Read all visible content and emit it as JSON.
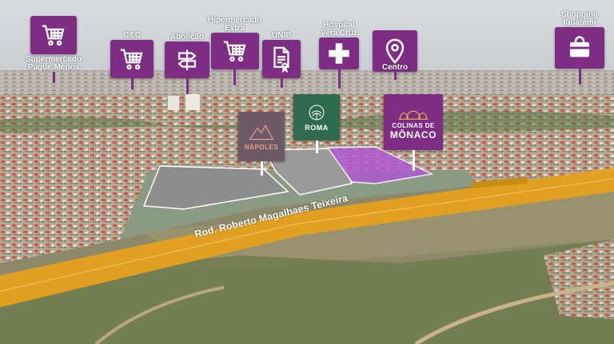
{
  "road": {
    "name": "Rod. Roberto Magalhaes Teixeira"
  },
  "pois": {
    "supermercado": {
      "label_line1": "Supermercado",
      "label_line2": "Pague Menos",
      "icon": "shopping-cart-icon"
    },
    "cc": {
      "label": "C&C",
      "icon": "shopping-cart-icon"
    },
    "abolicao": {
      "label": "Abolição",
      "icon": "signpost-icon"
    },
    "hipermercado": {
      "label_line1": "Hipermercado",
      "label_line2": "Extra",
      "icon": "shopping-cart-icon"
    },
    "unip": {
      "label": "UNIP",
      "icon": "certificate-icon"
    },
    "hospital": {
      "label_line1": "Hospital",
      "label_line2": "Vera Cruz",
      "icon": "medical-cross-icon"
    },
    "centro": {
      "label": "Centro",
      "icon": "map-pin-icon"
    },
    "shopping": {
      "label_line1": "Shopping",
      "label_line2": "Iguatemi",
      "icon": "shopping-bag-icon"
    }
  },
  "developments": {
    "napoles": {
      "name": "NÁPOLES"
    },
    "roma": {
      "name": "ROMA"
    },
    "monaco": {
      "line1": "COLINAS DE",
      "line2": "MÔNACO"
    }
  },
  "colors": {
    "poi_purple": "#7d2d83",
    "road_orange": "#e8a21c",
    "lot_purple": "#b05ad0",
    "napoles_panel": "#6e5a66",
    "roma_panel": "#2f6b4f",
    "monaco_panel": "#7d2d83"
  }
}
